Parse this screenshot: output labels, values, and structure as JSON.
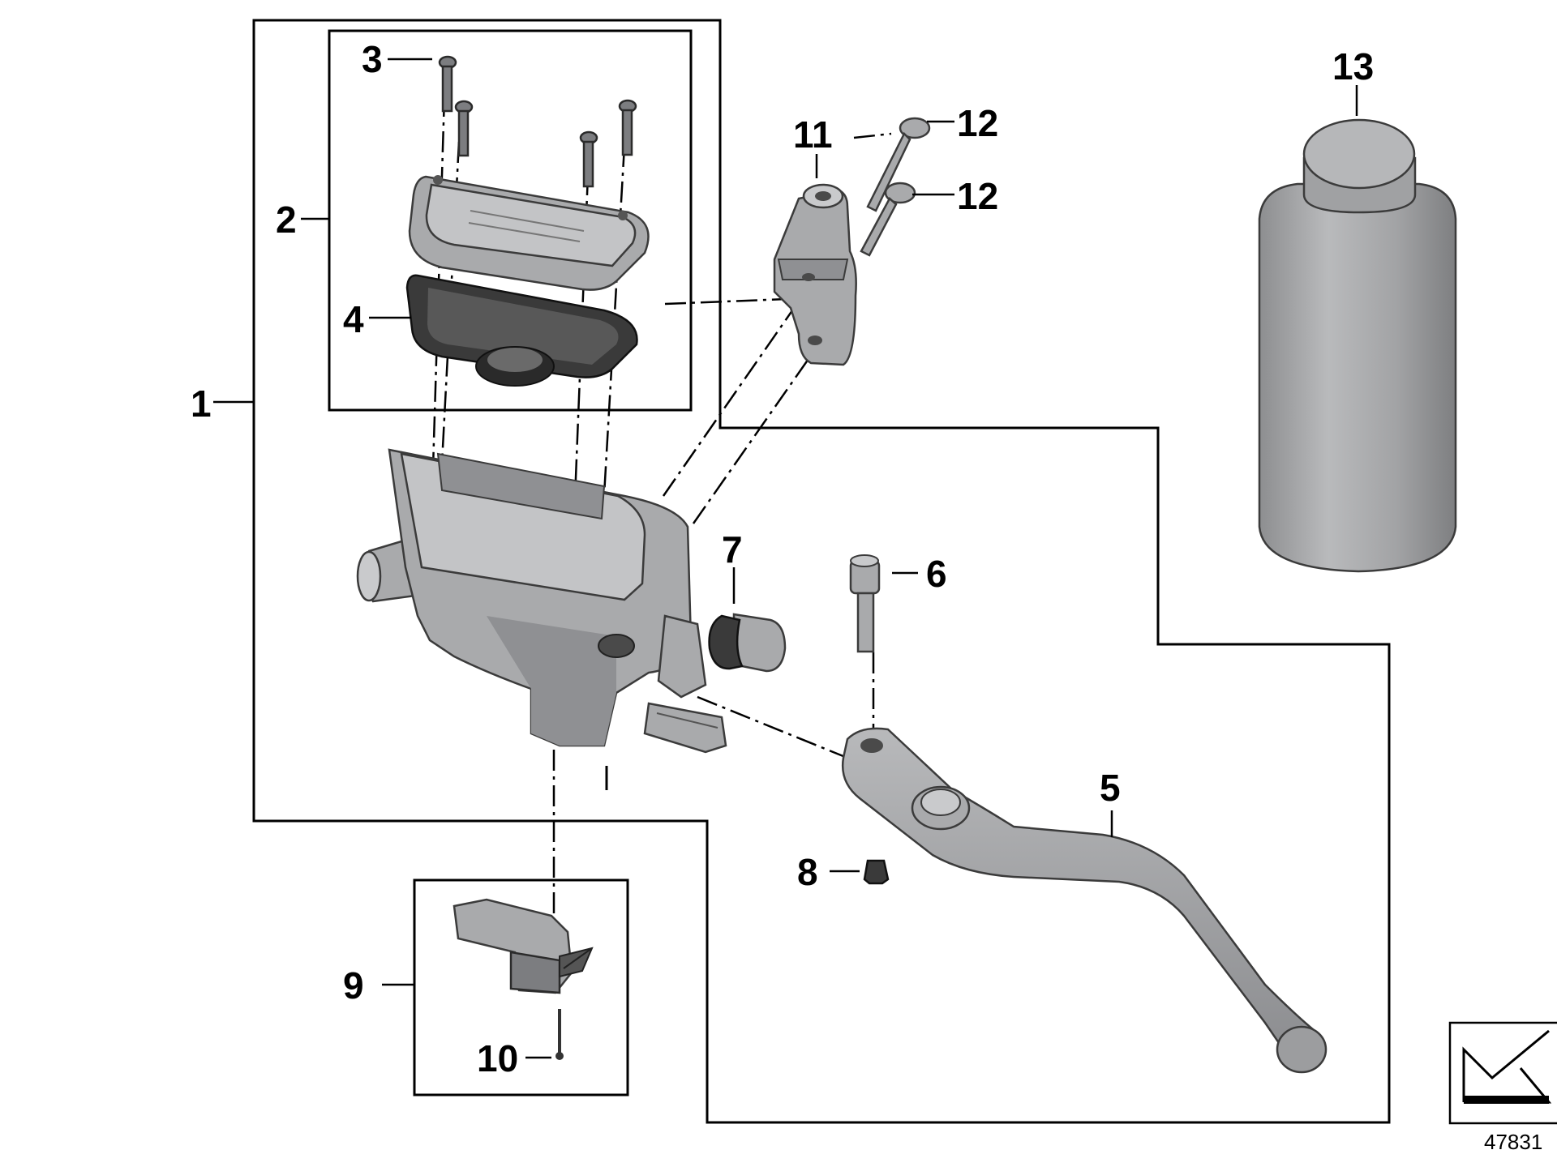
{
  "diagram": {
    "callouts": {
      "c1": "1",
      "c2": "2",
      "c3": "3",
      "c4": "4",
      "c5": "5",
      "c6": "6",
      "c7": "7",
      "c8": "8",
      "c9": "9",
      "c10": "10",
      "c11": "11",
      "c12a": "12",
      "c12b": "12",
      "c13": "13"
    },
    "reference_number": "47831"
  }
}
